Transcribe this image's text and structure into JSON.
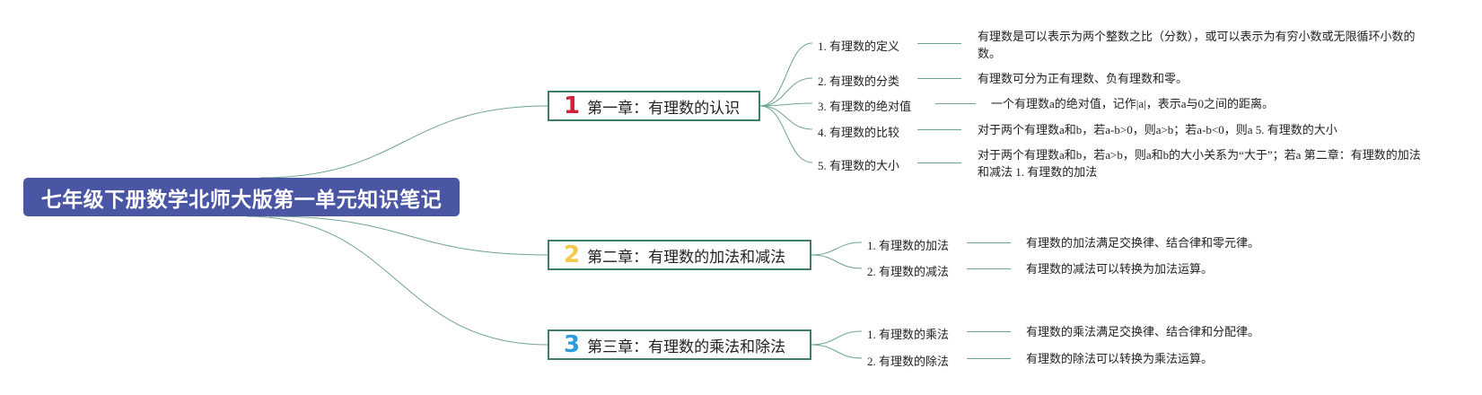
{
  "root": {
    "title": "七年级下册数学北师大版第一单元知识笔记"
  },
  "colors": {
    "root_bg": "#4a56a3",
    "chapter_border": "#3f7d6b",
    "line": "#6fa391",
    "num1": "#d3203a",
    "num2": "#f2c94c",
    "num3": "#2d9cdb"
  },
  "chapters": [
    {
      "number": "1",
      "title": "第一章：有理数的认识",
      "topics": [
        {
          "label": "1. 有理数的定义",
          "detail": "有理数是可以表示为两个整数之比（分数），或可以表示为有穷小数或无限循环小数的数。"
        },
        {
          "label": "2. 有理数的分类",
          "detail": "有理数可分为正有理数、负有理数和零。"
        },
        {
          "label": "3. 有理数的绝对值",
          "detail": "一个有理数a的绝对值，记作|a|，表示a与0之间的距离。"
        },
        {
          "label": "4. 有理数的比较",
          "detail": "对于两个有理数a和b，若a-b>0，则a>b；若a-b<0，则a 5. 有理数的大小"
        },
        {
          "label": "5. 有理数的大小",
          "detail": "对于两个有理数a和b，若a>b，则a和b的大小关系为“大于”；若a 第二章：有理数的加法和减法 1. 有理数的加法"
        }
      ]
    },
    {
      "number": "2",
      "title": "第二章：有理数的加法和减法",
      "topics": [
        {
          "label": "1. 有理数的加法",
          "detail": "有理数的加法满足交换律、结合律和零元律。"
        },
        {
          "label": "2. 有理数的减法",
          "detail": "有理数的减法可以转换为加法运算。"
        }
      ]
    },
    {
      "number": "3",
      "title": "第三章：有理数的乘法和除法",
      "topics": [
        {
          "label": "1. 有理数的乘法",
          "detail": "有理数的乘法满足交换律、结合律和分配律。"
        },
        {
          "label": "2. 有理数的除法",
          "detail": "有理数的除法可以转换为乘法运算。"
        }
      ]
    }
  ]
}
